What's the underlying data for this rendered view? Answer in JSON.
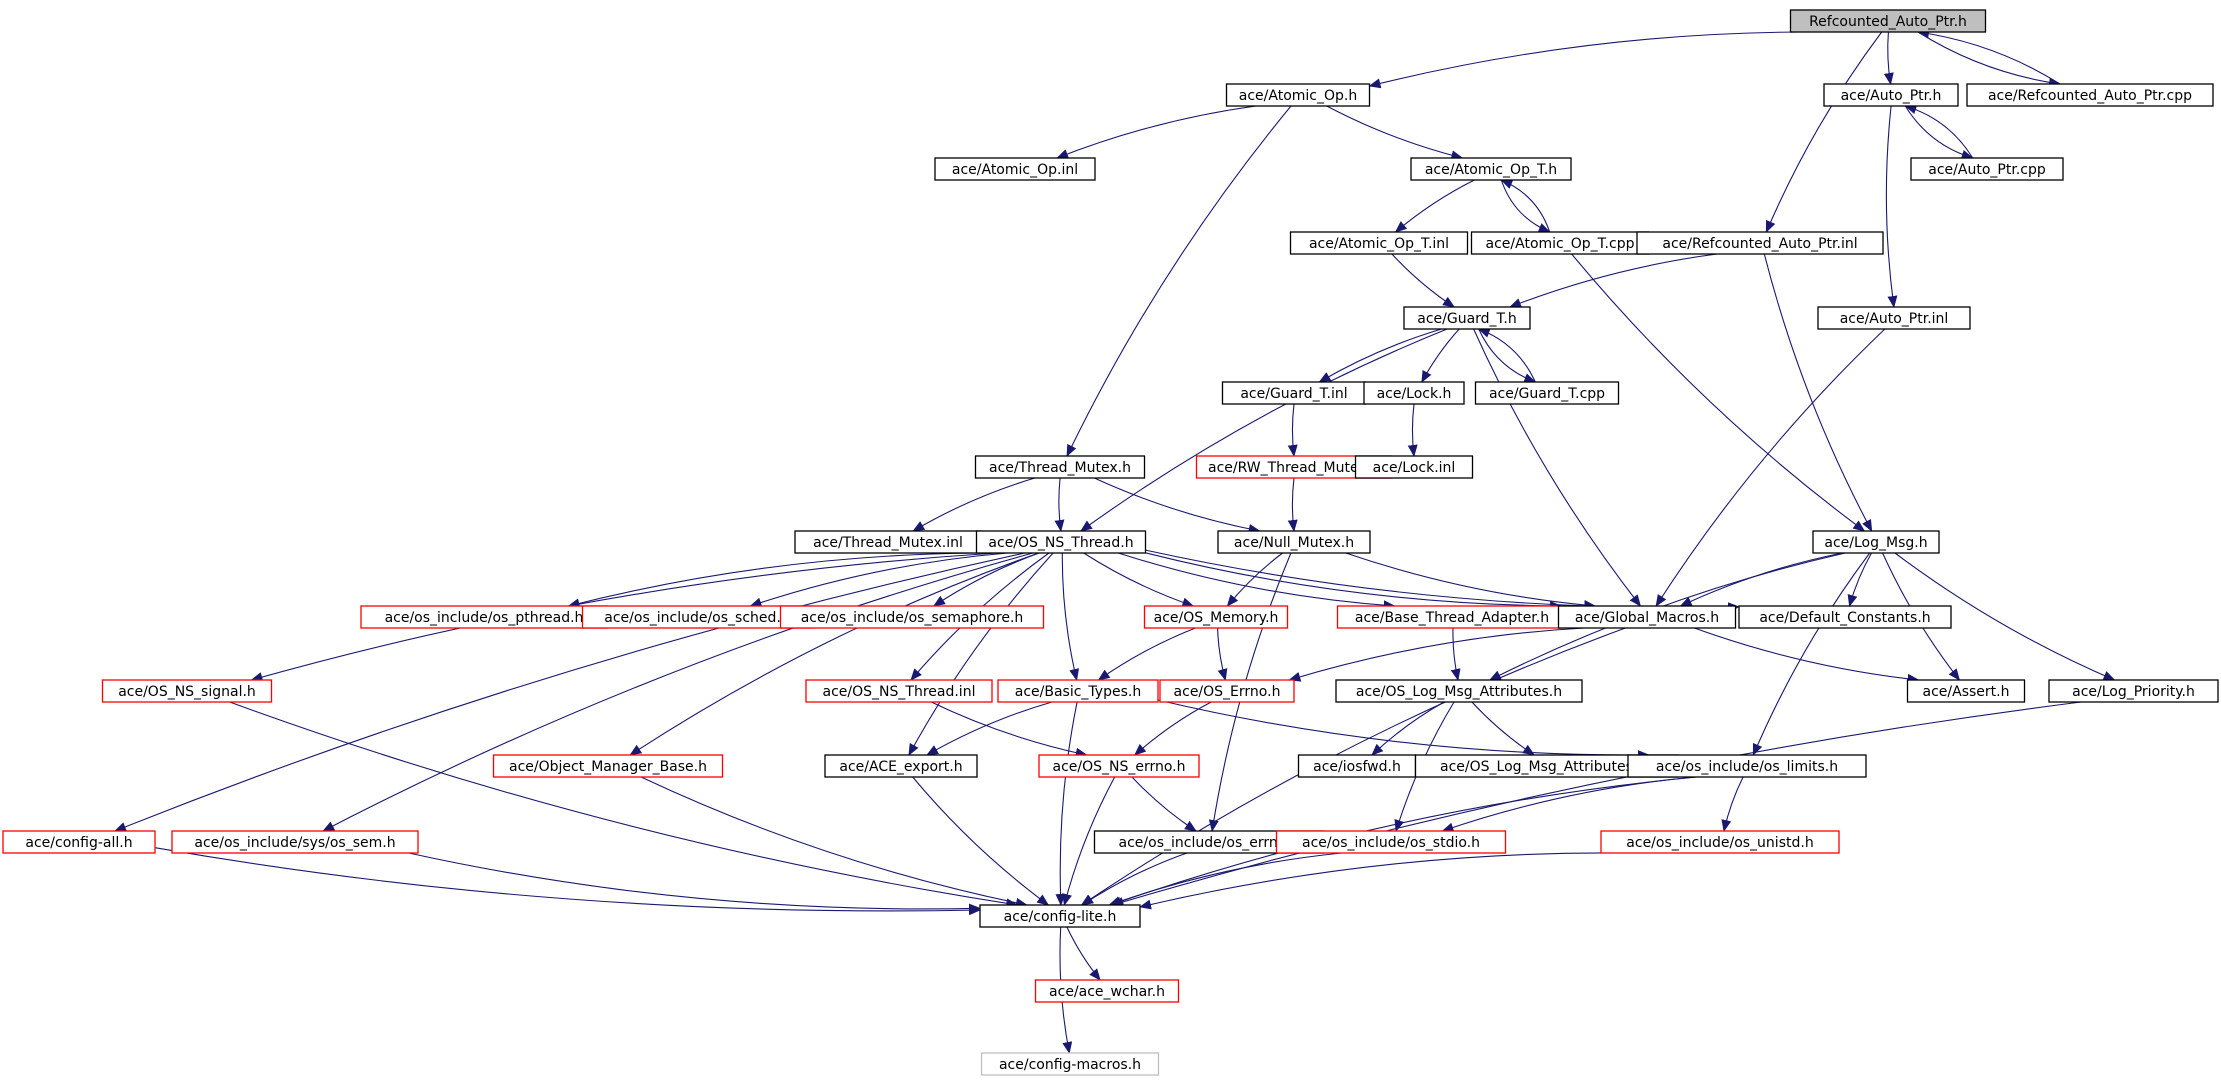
{
  "colors": {
    "edge": "#191970",
    "box_border": "#000000",
    "incomplete_border": "#ff0000",
    "external_border": "#bfbfbf",
    "root_fill": "#bfbfbf"
  },
  "nodes": [
    {
      "id": "refcounted_auto_ptr_h",
      "label": "Refcounted_Auto_Ptr.h",
      "style": "root"
    },
    {
      "id": "atomic_op_h",
      "label": "ace/Atomic_Op.h",
      "style": "normal"
    },
    {
      "id": "auto_ptr_h",
      "label": "ace/Auto_Ptr.h",
      "style": "normal"
    },
    {
      "id": "refcounted_auto_ptr_cpp",
      "label": "ace/Refcounted_Auto_Ptr.cpp",
      "style": "normal"
    },
    {
      "id": "atomic_op_inl",
      "label": "ace/Atomic_Op.inl",
      "style": "normal"
    },
    {
      "id": "atomic_op_t_h",
      "label": "ace/Atomic_Op_T.h",
      "style": "normal"
    },
    {
      "id": "auto_ptr_cpp",
      "label": "ace/Auto_Ptr.cpp",
      "style": "normal"
    },
    {
      "id": "atomic_op_t_inl",
      "label": "ace/Atomic_Op_T.inl",
      "style": "normal"
    },
    {
      "id": "atomic_op_t_cpp",
      "label": "ace/Atomic_Op_T.cpp",
      "style": "normal"
    },
    {
      "id": "refcounted_auto_ptr_inl",
      "label": "ace/Refcounted_Auto_Ptr.inl",
      "style": "normal"
    },
    {
      "id": "guard_t_h",
      "label": "ace/Guard_T.h",
      "style": "normal"
    },
    {
      "id": "auto_ptr_inl",
      "label": "ace/Auto_Ptr.inl",
      "style": "normal"
    },
    {
      "id": "guard_t_inl",
      "label": "ace/Guard_T.inl",
      "style": "normal"
    },
    {
      "id": "lock_h",
      "label": "ace/Lock.h",
      "style": "normal"
    },
    {
      "id": "guard_t_cpp",
      "label": "ace/Guard_T.cpp",
      "style": "normal"
    },
    {
      "id": "thread_mutex_h",
      "label": "ace/Thread_Mutex.h",
      "style": "normal"
    },
    {
      "id": "rw_thread_mutex_h",
      "label": "ace/RW_Thread_Mutex.h",
      "style": "red"
    },
    {
      "id": "lock_inl",
      "label": "ace/Lock.inl",
      "style": "normal"
    },
    {
      "id": "thread_mutex_inl",
      "label": "ace/Thread_Mutex.inl",
      "style": "normal"
    },
    {
      "id": "os_ns_thread_h",
      "label": "ace/OS_NS_Thread.h",
      "style": "normal"
    },
    {
      "id": "null_mutex_h",
      "label": "ace/Null_Mutex.h",
      "style": "normal"
    },
    {
      "id": "log_msg_h",
      "label": "ace/Log_Msg.h",
      "style": "normal"
    },
    {
      "id": "os_pthread_h",
      "label": "ace/os_include/os_pthread.h",
      "style": "red"
    },
    {
      "id": "os_sched_h",
      "label": "ace/os_include/os_sched.h",
      "style": "red"
    },
    {
      "id": "os_semaphore_h",
      "label": "ace/os_include/os_semaphore.h",
      "style": "red"
    },
    {
      "id": "os_memory_h",
      "label": "ace/OS_Memory.h",
      "style": "red"
    },
    {
      "id": "base_thread_adapter_h",
      "label": "ace/Base_Thread_Adapter.h",
      "style": "red"
    },
    {
      "id": "global_macros_h",
      "label": "ace/Global_Macros.h",
      "style": "normal"
    },
    {
      "id": "default_constants_h",
      "label": "ace/Default_Constants.h",
      "style": "normal"
    },
    {
      "id": "os_ns_signal_h",
      "label": "ace/OS_NS_signal.h",
      "style": "red"
    },
    {
      "id": "os_ns_thread_inl",
      "label": "ace/OS_NS_Thread.inl",
      "style": "red"
    },
    {
      "id": "basic_types_h",
      "label": "ace/Basic_Types.h",
      "style": "red"
    },
    {
      "id": "os_errno_h_upper",
      "label": "ace/OS_Errno.h",
      "style": "red"
    },
    {
      "id": "os_log_msg_attributes_h",
      "label": "ace/OS_Log_Msg_Attributes.h",
      "style": "normal"
    },
    {
      "id": "assert_h",
      "label": "ace/Assert.h",
      "style": "normal"
    },
    {
      "id": "log_priority_h",
      "label": "ace/Log_Priority.h",
      "style": "normal"
    },
    {
      "id": "object_manager_base_h",
      "label": "ace/Object_Manager_Base.h",
      "style": "red"
    },
    {
      "id": "ace_export_h",
      "label": "ace/ACE_export.h",
      "style": "normal"
    },
    {
      "id": "os_ns_errno_h",
      "label": "ace/OS_NS_errno.h",
      "style": "red"
    },
    {
      "id": "iosfwd_h",
      "label": "ace/iosfwd.h",
      "style": "normal"
    },
    {
      "id": "os_log_msg_attributes_inl",
      "label": "ace/OS_Log_Msg_Attributes.inl",
      "style": "normal"
    },
    {
      "id": "os_limits_h",
      "label": "ace/os_include/os_limits.h",
      "style": "normal"
    },
    {
      "id": "config_all_h",
      "label": "ace/config-all.h",
      "style": "red"
    },
    {
      "id": "os_sem_h",
      "label": "ace/os_include/sys/os_sem.h",
      "style": "red"
    },
    {
      "id": "os_errno_h_lower",
      "label": "ace/os_include/os_errno.h",
      "style": "normal"
    },
    {
      "id": "os_stdio_h",
      "label": "ace/os_include/os_stdio.h",
      "style": "red"
    },
    {
      "id": "os_unistd_h",
      "label": "ace/os_include/os_unistd.h",
      "style": "red"
    },
    {
      "id": "config_lite_h",
      "label": "ace/config-lite.h",
      "style": "normal"
    },
    {
      "id": "ace_wchar_h",
      "label": "ace/ace_wchar.h",
      "style": "red"
    },
    {
      "id": "config_macros_h",
      "label": "ace/config-macros.h",
      "style": "gray"
    }
  ],
  "edges": [
    [
      "refcounted_auto_ptr_h",
      "atomic_op_h"
    ],
    [
      "refcounted_auto_ptr_h",
      "auto_ptr_h"
    ],
    [
      "refcounted_auto_ptr_h",
      "refcounted_auto_ptr_cpp"
    ],
    [
      "refcounted_auto_ptr_h",
      "refcounted_auto_ptr_inl"
    ],
    [
      "refcounted_auto_ptr_cpp",
      "refcounted_auto_ptr_h"
    ],
    [
      "atomic_op_h",
      "atomic_op_inl"
    ],
    [
      "atomic_op_h",
      "atomic_op_t_h"
    ],
    [
      "atomic_op_h",
      "thread_mutex_h"
    ],
    [
      "auto_ptr_h",
      "auto_ptr_cpp"
    ],
    [
      "auto_ptr_h",
      "auto_ptr_inl"
    ],
    [
      "auto_ptr_cpp",
      "auto_ptr_h"
    ],
    [
      "atomic_op_t_h",
      "atomic_op_t_inl"
    ],
    [
      "atomic_op_t_h",
      "atomic_op_t_cpp"
    ],
    [
      "atomic_op_t_cpp",
      "atomic_op_t_h"
    ],
    [
      "atomic_op_t_cpp",
      "log_msg_h"
    ],
    [
      "atomic_op_t_inl",
      "guard_t_h"
    ],
    [
      "refcounted_auto_ptr_inl",
      "guard_t_h"
    ],
    [
      "refcounted_auto_ptr_inl",
      "log_msg_h"
    ],
    [
      "auto_ptr_inl",
      "global_macros_h"
    ],
    [
      "guard_t_h",
      "guard_t_inl"
    ],
    [
      "guard_t_h",
      "lock_h"
    ],
    [
      "guard_t_h",
      "guard_t_cpp"
    ],
    [
      "guard_t_h",
      "os_ns_thread_h"
    ],
    [
      "guard_t_h",
      "global_macros_h"
    ],
    [
      "guard_t_cpp",
      "guard_t_h"
    ],
    [
      "guard_t_inl",
      "rw_thread_mutex_h"
    ],
    [
      "lock_h",
      "lock_inl"
    ],
    [
      "rw_thread_mutex_h",
      "null_mutex_h"
    ],
    [
      "thread_mutex_h",
      "thread_mutex_inl"
    ],
    [
      "thread_mutex_h",
      "os_ns_thread_h"
    ],
    [
      "thread_mutex_h",
      "null_mutex_h"
    ],
    [
      "null_mutex_h",
      "os_memory_h"
    ],
    [
      "null_mutex_h",
      "global_macros_h"
    ],
    [
      "null_mutex_h",
      "os_errno_h_lower"
    ],
    [
      "os_ns_thread_h",
      "os_pthread_h"
    ],
    [
      "os_ns_thread_h",
      "os_sched_h"
    ],
    [
      "os_ns_thread_h",
      "os_semaphore_h"
    ],
    [
      "os_ns_thread_h",
      "os_memory_h"
    ],
    [
      "os_ns_thread_h",
      "base_thread_adapter_h"
    ],
    [
      "os_ns_thread_h",
      "global_macros_h"
    ],
    [
      "os_ns_thread_h",
      "default_constants_h"
    ],
    [
      "os_ns_thread_h",
      "os_ns_signal_h"
    ],
    [
      "os_ns_thread_h",
      "os_ns_thread_inl"
    ],
    [
      "os_ns_thread_h",
      "basic_types_h"
    ],
    [
      "os_ns_thread_h",
      "object_manager_base_h"
    ],
    [
      "os_ns_thread_h",
      "ace_export_h"
    ],
    [
      "os_ns_thread_h",
      "config_all_h"
    ],
    [
      "os_ns_thread_h",
      "os_sem_h"
    ],
    [
      "log_msg_h",
      "global_macros_h"
    ],
    [
      "log_msg_h",
      "default_constants_h"
    ],
    [
      "log_msg_h",
      "os_log_msg_attributes_h"
    ],
    [
      "log_msg_h",
      "assert_h"
    ],
    [
      "log_msg_h",
      "log_priority_h"
    ],
    [
      "log_msg_h",
      "os_limits_h"
    ],
    [
      "os_memory_h",
      "basic_types_h"
    ],
    [
      "os_memory_h",
      "os_errno_h_upper"
    ],
    [
      "global_macros_h",
      "os_errno_h_upper"
    ],
    [
      "global_macros_h",
      "assert_h"
    ],
    [
      "global_macros_h",
      "config_lite_h"
    ],
    [
      "base_thread_adapter_h",
      "os_log_msg_attributes_h"
    ],
    [
      "os_log_msg_attributes_h",
      "iosfwd_h"
    ],
    [
      "os_log_msg_attributes_h",
      "os_log_msg_attributes_inl"
    ],
    [
      "os_log_msg_attributes_h",
      "os_stdio_h"
    ],
    [
      "basic_types_h",
      "ace_export_h"
    ],
    [
      "basic_types_h",
      "config_lite_h"
    ],
    [
      "basic_types_h",
      "os_limits_h"
    ],
    [
      "os_errno_h_upper",
      "os_ns_errno_h"
    ],
    [
      "os_ns_thread_inl",
      "os_ns_errno_h"
    ],
    [
      "os_ns_errno_h",
      "os_errno_h_lower"
    ],
    [
      "os_ns_errno_h",
      "config_lite_h"
    ],
    [
      "os_ns_signal_h",
      "config_lite_h"
    ],
    [
      "object_manager_base_h",
      "config_lite_h"
    ],
    [
      "ace_export_h",
      "config_lite_h"
    ],
    [
      "os_limits_h",
      "os_stdio_h"
    ],
    [
      "os_limits_h",
      "os_unistd_h"
    ],
    [
      "os_limits_h",
      "config_lite_h"
    ],
    [
      "log_priority_h",
      "config_lite_h"
    ],
    [
      "config_all_h",
      "config_lite_h"
    ],
    [
      "os_sem_h",
      "config_lite_h"
    ],
    [
      "os_errno_h_lower",
      "config_lite_h"
    ],
    [
      "os_stdio_h",
      "config_lite_h"
    ],
    [
      "os_unistd_h",
      "config_lite_h"
    ],
    [
      "config_lite_h",
      "ace_wchar_h"
    ],
    [
      "config_lite_h",
      "config_macros_h"
    ]
  ]
}
